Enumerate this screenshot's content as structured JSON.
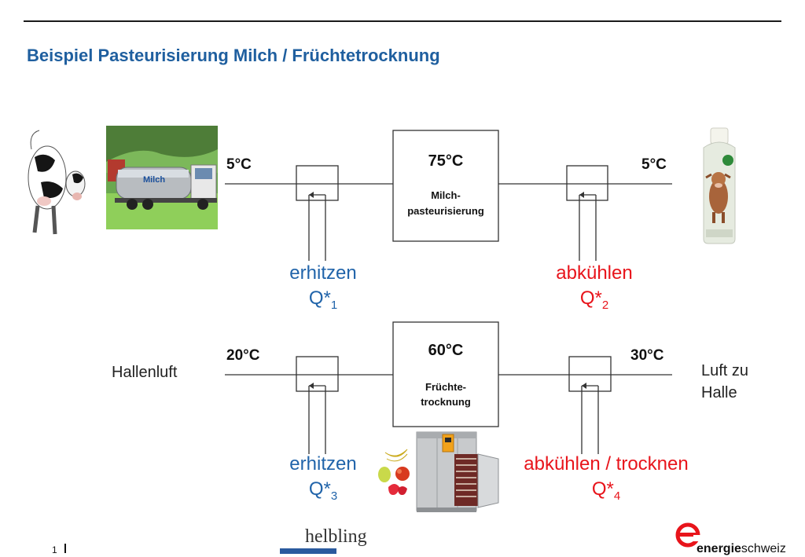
{
  "title": "Beispiel Pasteurisierung Milch / Früchtetrocknung",
  "milk": {
    "inlet_temp": "5°C",
    "outlet_temp": "5°C",
    "process_temp": "75°C",
    "process_name_line1": "Milch-",
    "process_name_line2": "pasteurisierung",
    "heat": {
      "label": "erhitzen",
      "q": "Q*",
      "sub": "1"
    },
    "cool": {
      "label": "abkühlen",
      "q": "Q*",
      "sub": "2"
    },
    "truck_label": "Milch"
  },
  "fruit": {
    "inlet_temp": "20°C",
    "outlet_temp": "30°C",
    "process_temp": "60°C",
    "process_name_line1": "Früchte-",
    "process_name_line2": "trocknung",
    "inlet_label": "Hallenluft",
    "outlet_label_line1": "Luft zu",
    "outlet_label_line2": "Halle",
    "heat": {
      "label": "erhitzen",
      "q": "Q*",
      "sub": "3"
    },
    "cool": {
      "label": "abkühlen / trocknen",
      "q": "Q*",
      "sub": "4"
    }
  },
  "footer": {
    "page_number": "1",
    "logo_helbling": "helbling",
    "logo_energie": "energie",
    "logo_schweiz": "schweiz"
  },
  "colors": {
    "title_blue": "#1f5f9f",
    "heat_blue": "#2164aa",
    "cool_red": "#e8141b"
  }
}
